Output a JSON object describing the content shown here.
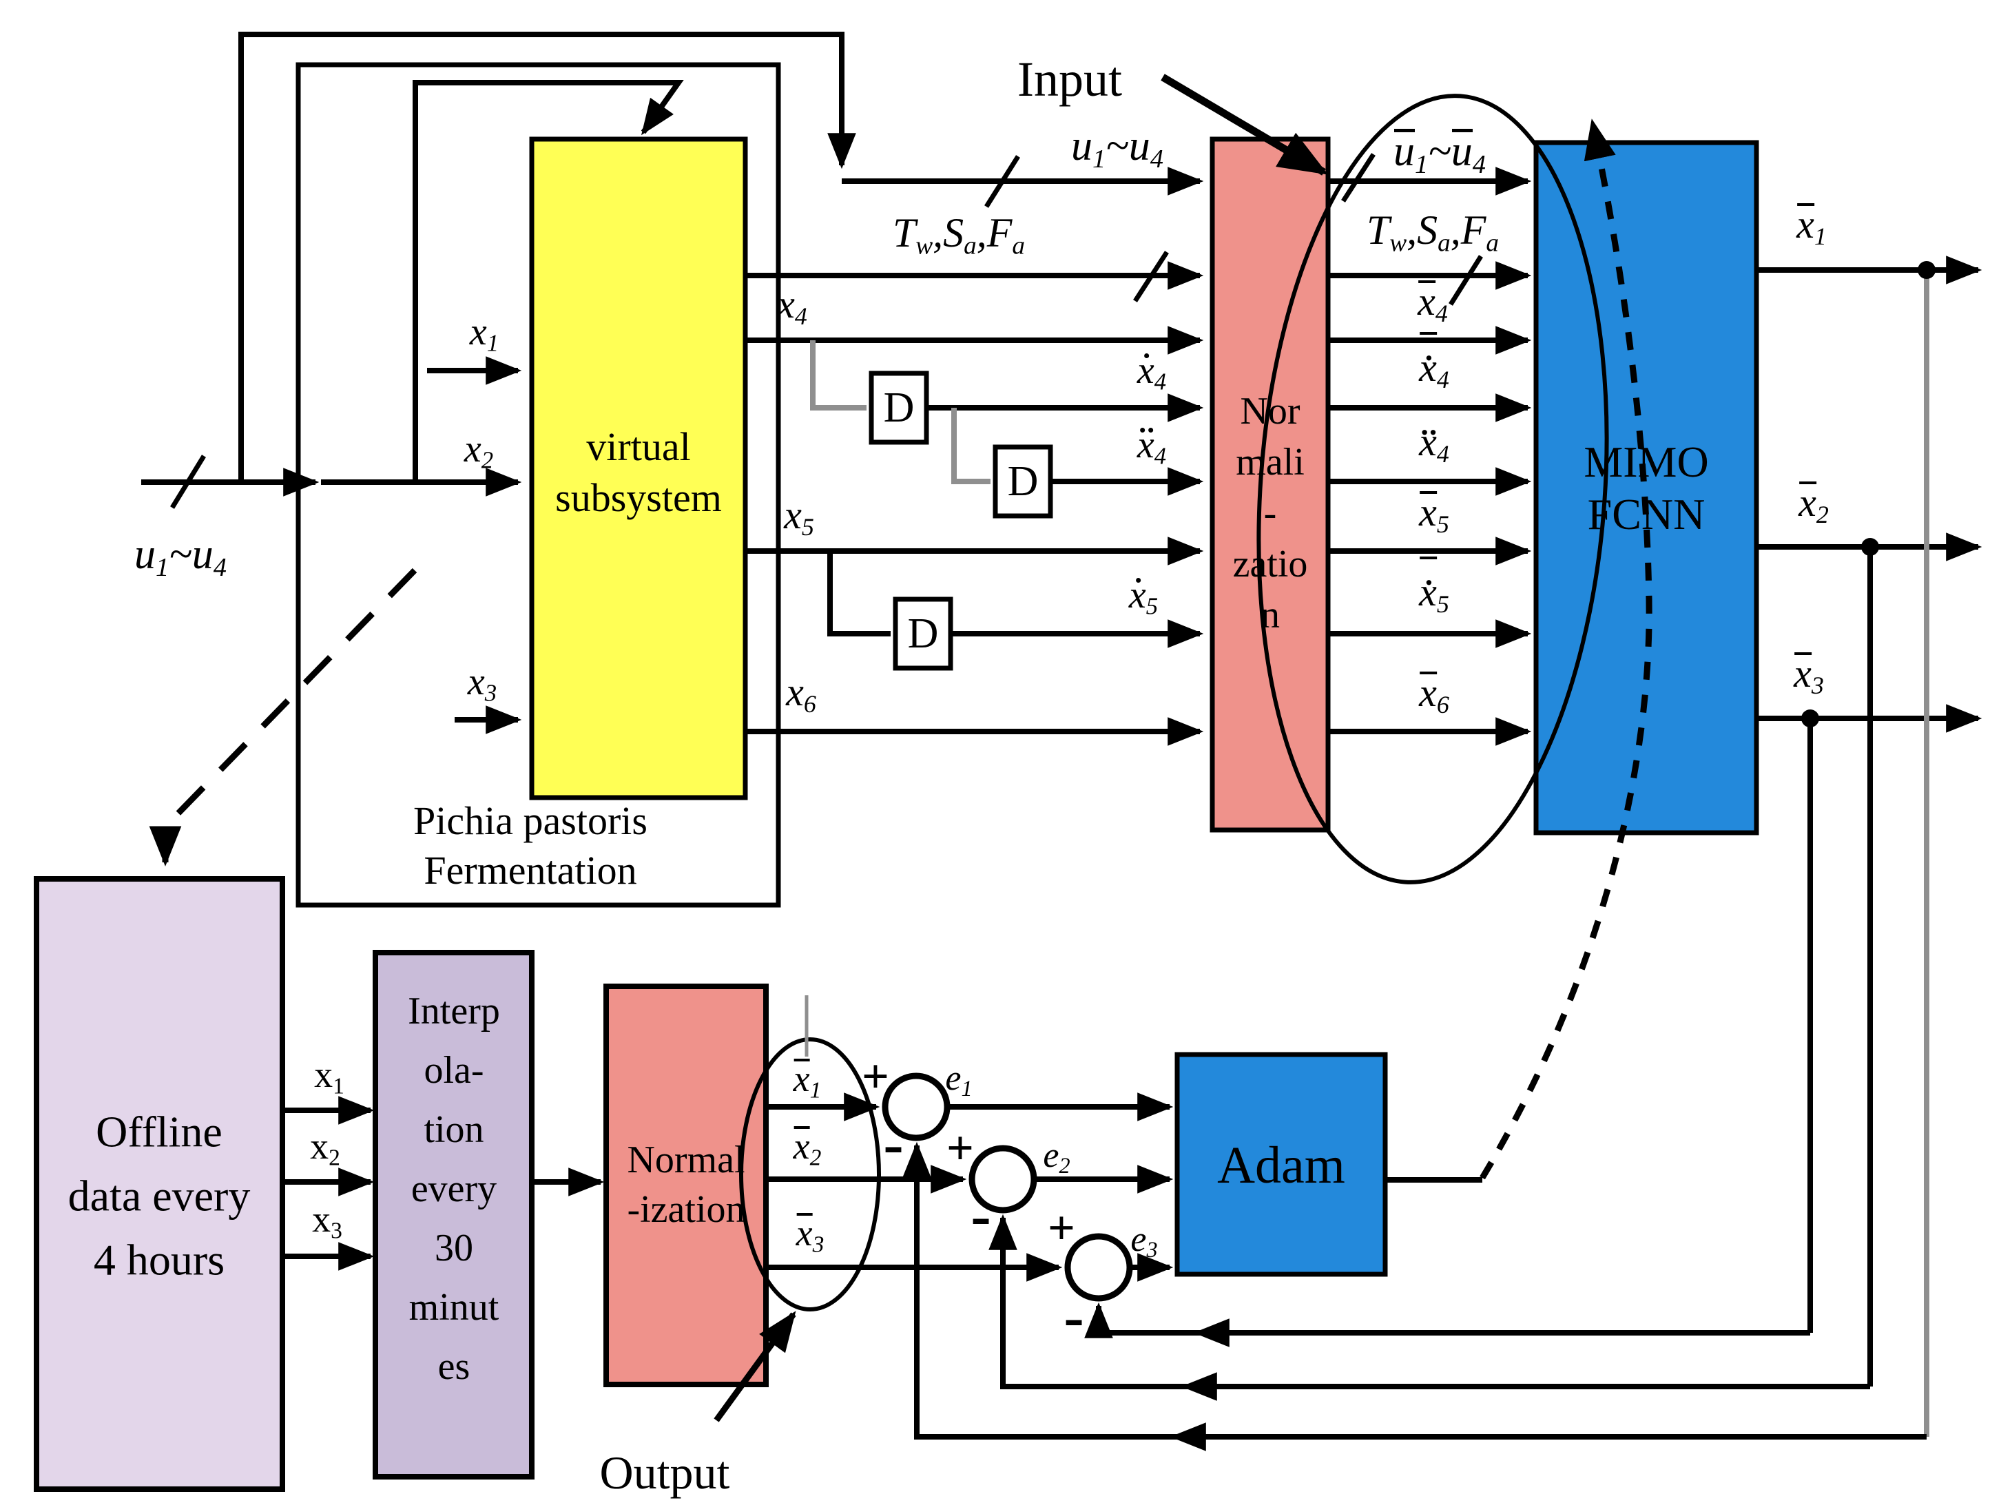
{
  "labels": {
    "input": "Input",
    "output": "Output"
  },
  "blocks": {
    "virtual_subsystem": {
      "lines": [
        "virtual",
        "subsystem"
      ]
    },
    "pichia": {
      "lines": [
        "Pichia pastoris",
        "Fermentation"
      ]
    },
    "normalization_top": {
      "lines": [
        "Nor",
        "mali",
        "-",
        "zatio",
        "n"
      ]
    },
    "mimo": {
      "lines": [
        "MIMO",
        "FCNN"
      ]
    },
    "offline": {
      "lines": [
        "Offline",
        "data every",
        "4 hours"
      ]
    },
    "interpolation": {
      "lines": [
        "Interp",
        "ola-",
        "tion",
        "every",
        "30",
        "minut",
        "es"
      ]
    },
    "normalization_bottom": {
      "lines": [
        "Normal",
        "-ization"
      ]
    },
    "adam": {
      "label": "Adam"
    },
    "delay": {
      "label": "D"
    }
  },
  "signs": {
    "plus": "+",
    "minus": "-"
  },
  "signals": {
    "u_range": [
      {
        "t": "u",
        "sub": "1"
      },
      {
        "t": "~"
      },
      {
        "t": "u",
        "sub": "4"
      }
    ],
    "ubar_range": [
      {
        "t": "u",
        "sub": "1",
        "dec": "bar"
      },
      {
        "t": "~"
      },
      {
        "t": "u",
        "sub": "4",
        "dec": "bar"
      }
    ],
    "tsf": [
      {
        "t": "T",
        "sub": "w"
      },
      {
        "t": ","
      },
      {
        "t": "S",
        "sub": "a"
      },
      {
        "t": ","
      },
      {
        "t": "F",
        "sub": "a"
      }
    ],
    "x1": [
      {
        "t": "x",
        "sub": "1"
      }
    ],
    "x2": [
      {
        "t": "x",
        "sub": "2"
      }
    ],
    "x3": [
      {
        "t": "x",
        "sub": "3"
      }
    ],
    "x4": [
      {
        "t": "x",
        "sub": "4"
      }
    ],
    "x5": [
      {
        "t": "x",
        "sub": "5"
      }
    ],
    "x6": [
      {
        "t": "x",
        "sub": "6"
      }
    ],
    "xdot4": [
      {
        "t": "x",
        "sub": "4",
        "dec": "dot"
      }
    ],
    "xddot4": [
      {
        "t": "x",
        "sub": "4",
        "dec": "ddot"
      }
    ],
    "xdot5": [
      {
        "t": "x",
        "sub": "5",
        "dec": "dot"
      }
    ],
    "xbar4": [
      {
        "t": "x",
        "sub": "4",
        "dec": "bar"
      }
    ],
    "xbardot4": [
      {
        "t": "x",
        "sub": "4",
        "dec": "bar-dot"
      }
    ],
    "xbarddot4": [
      {
        "t": "x",
        "sub": "4",
        "dec": "bar-ddot"
      }
    ],
    "xbar5": [
      {
        "t": "x",
        "sub": "5",
        "dec": "bar"
      }
    ],
    "xbardot5": [
      {
        "t": "x",
        "sub": "5",
        "dec": "bar-dot"
      }
    ],
    "xbar6": [
      {
        "t": "x",
        "sub": "6",
        "dec": "bar"
      }
    ],
    "xbar1": [
      {
        "t": "x",
        "sub": "1",
        "dec": "bar"
      }
    ],
    "xbar2": [
      {
        "t": "x",
        "sub": "2",
        "dec": "bar"
      }
    ],
    "xbar3": [
      {
        "t": "x",
        "sub": "3",
        "dec": "bar"
      }
    ],
    "e1": [
      {
        "t": "e",
        "sub": "1"
      }
    ],
    "e2": [
      {
        "t": "e",
        "sub": "2"
      }
    ],
    "e3": [
      {
        "t": "e",
        "sub": "3"
      }
    ]
  },
  "colors": {
    "yellow": "#FFFF55",
    "salmon": "#EF928B",
    "blue": "#2389DB",
    "lav-light": "#E3D6EA",
    "lav": "#C9BCD9",
    "gray": "#8F8F8F",
    "line": "#000000"
  }
}
